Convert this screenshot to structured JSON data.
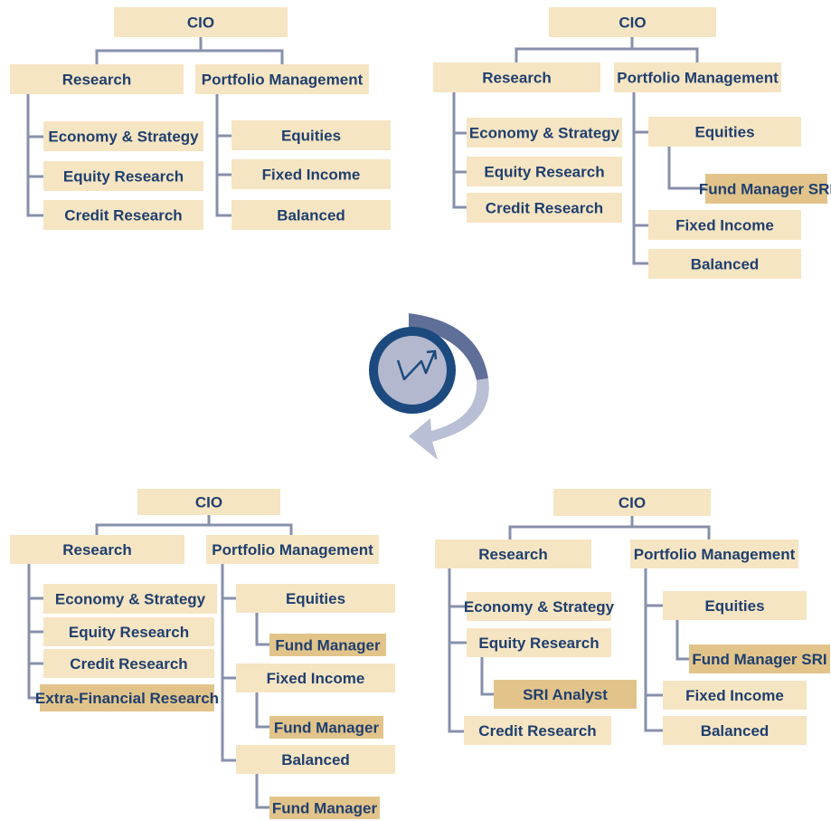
{
  "colors": {
    "box": "#f6e5c3",
    "highlight": "#e2c48b",
    "text": "#1f3f6e",
    "line": "#8790ab",
    "clock_ring": "#1c4a7e",
    "clock_face": "#b3b8ce",
    "arrow_top": "#5f6f98",
    "arrow_bottom": "#b9bfd4"
  },
  "center_icon": {
    "name": "clock-cycle-icon",
    "meaning": "transition over time"
  },
  "charts": [
    {
      "id": "top-left",
      "nodes": [
        {
          "id": "tl-cio",
          "label": "CIO"
        },
        {
          "id": "tl-research",
          "label": "Research"
        },
        {
          "id": "tl-pm",
          "label": "Portfolio Management"
        },
        {
          "id": "tl-econ",
          "label": "Economy & Strategy"
        },
        {
          "id": "tl-eqres",
          "label": "Equity Research"
        },
        {
          "id": "tl-credit",
          "label": "Credit Research"
        },
        {
          "id": "tl-equities",
          "label": "Equities"
        },
        {
          "id": "tl-fixed",
          "label": "Fixed Income"
        },
        {
          "id": "tl-balanced",
          "label": "Balanced"
        }
      ]
    },
    {
      "id": "top-right",
      "nodes": [
        {
          "id": "tr-cio",
          "label": "CIO"
        },
        {
          "id": "tr-research",
          "label": "Research"
        },
        {
          "id": "tr-pm",
          "label": "Portfolio Management"
        },
        {
          "id": "tr-econ",
          "label": "Economy & Strategy"
        },
        {
          "id": "tr-eqres",
          "label": "Equity Research"
        },
        {
          "id": "tr-credit",
          "label": "Credit Research"
        },
        {
          "id": "tr-equities",
          "label": "Equities"
        },
        {
          "id": "tr-fmsri",
          "label": "Fund Manager SRI",
          "highlight": true
        },
        {
          "id": "tr-fixed",
          "label": "Fixed Income"
        },
        {
          "id": "tr-balanced",
          "label": "Balanced"
        }
      ]
    },
    {
      "id": "bottom-left",
      "nodes": [
        {
          "id": "bl-cio",
          "label": "CIO"
        },
        {
          "id": "bl-research",
          "label": "Research"
        },
        {
          "id": "bl-pm",
          "label": "Portfolio Management"
        },
        {
          "id": "bl-econ",
          "label": "Economy & Strategy"
        },
        {
          "id": "bl-eqres",
          "label": "Equity Research"
        },
        {
          "id": "bl-credit",
          "label": "Credit Research"
        },
        {
          "id": "bl-extra",
          "label": "Extra-Financial Research",
          "highlight": true
        },
        {
          "id": "bl-equities",
          "label": "Equities"
        },
        {
          "id": "bl-fm1",
          "label": "Fund Manager",
          "highlight": true
        },
        {
          "id": "bl-fixed",
          "label": "Fixed Income"
        },
        {
          "id": "bl-fm2",
          "label": "Fund Manager",
          "highlight": true
        },
        {
          "id": "bl-balanced",
          "label": "Balanced"
        },
        {
          "id": "bl-fm3",
          "label": "Fund Manager",
          "highlight": true
        }
      ]
    },
    {
      "id": "bottom-right",
      "nodes": [
        {
          "id": "br-cio",
          "label": "CIO"
        },
        {
          "id": "br-research",
          "label": "Research"
        },
        {
          "id": "br-pm",
          "label": "Portfolio Management"
        },
        {
          "id": "br-econ",
          "label": "Economy & Strategy"
        },
        {
          "id": "br-eqres",
          "label": "Equity Research"
        },
        {
          "id": "br-sri",
          "label": "SRI Analyst",
          "highlight": true
        },
        {
          "id": "br-credit",
          "label": "Credit Research"
        },
        {
          "id": "br-equities",
          "label": "Equities"
        },
        {
          "id": "br-fmsri",
          "label": "Fund Manager SRI",
          "highlight": true
        },
        {
          "id": "br-fixed",
          "label": "Fixed Income"
        },
        {
          "id": "br-balanced",
          "label": "Balanced"
        }
      ]
    }
  ]
}
